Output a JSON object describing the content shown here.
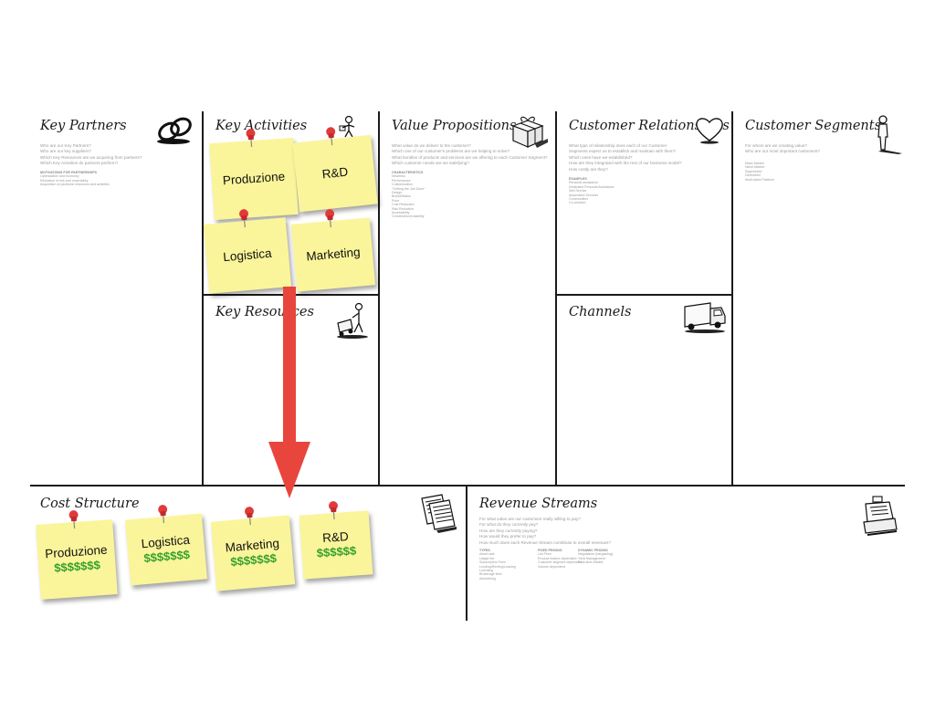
{
  "canvas": {
    "key_partners": {
      "title": "Key Partners",
      "prompts": [
        "Who are our Key Partners?",
        "Who are our key suppliers?",
        "Which Key Resources are we acquiring from partners?",
        "Which Key Activities do partners perform?"
      ],
      "sub_caption": "MOTIVATIONS FOR PARTNERSHIPS",
      "sub_items": [
        "Optimization and economy",
        "Reduction of risk and uncertainty",
        "Acquisition of particular resources and activities"
      ]
    },
    "key_activities": {
      "title": "Key Activities"
    },
    "key_resources": {
      "title": "Key Resources"
    },
    "value_propositions": {
      "title": "Value Propositions",
      "prompts": [
        "What value do we deliver to the customer?",
        "Which one of our customer's problems are we helping to solve?",
        "What bundles of products and services are we offering to each Customer Segment?",
        "Which customer needs are we satisfying?"
      ],
      "sub_caption": "CHARACTERISTICS",
      "sub_items": [
        "Newness",
        "Performance",
        "Customization",
        "\"Getting the Job Done\"",
        "Design",
        "Brand/Status",
        "Price",
        "Cost Reduction",
        "Risk Reduction",
        "Accessibility",
        "Convenience/Usability"
      ]
    },
    "customer_relationships": {
      "title": "Customer Relationships",
      "prompts": [
        "What type of relationship does each of our Customer",
        "Segments expect us to establish and maintain with them?",
        "Which ones have we established?",
        "How are they integrated with the rest of our business model?",
        "How costly are they?"
      ],
      "sub_caption": "EXAMPLES",
      "sub_items": [
        "Personal assistance",
        "Dedicated Personal Assistance",
        "Self-Service",
        "Automated Services",
        "Communities",
        "Co-creation"
      ]
    },
    "channels": {
      "title": "Channels"
    },
    "customer_segments": {
      "title": "Customer Segments",
      "prompts": [
        "For whom are we creating value?",
        "Who are our most important customers?"
      ],
      "sub_items": [
        "Mass Market",
        "Niche Market",
        "Segmented",
        "Diversified",
        "Multi-sided Platform"
      ]
    },
    "cost_structure": {
      "title": "Cost Structure"
    },
    "revenue_streams": {
      "title": "Revenue Streams",
      "prompts": [
        "For what value are our customers really willing to pay?",
        "For what do they currently pay?",
        "How are they currently paying?",
        "How would they prefer to pay?",
        "How much does each Revenue Stream contribute to overall revenues?"
      ],
      "columns": [
        {
          "caption": "TYPES",
          "items": [
            "Asset sale",
            "Usage fee",
            "Subscription Fees",
            "Lending/Renting/Leasing",
            "Licensing",
            "Brokerage fees",
            "Advertising"
          ]
        },
        {
          "caption": "FIXED PRICING",
          "items": [
            "List Price",
            "Product feature dependent",
            "Customer segment dependent",
            "Volume dependent"
          ]
        },
        {
          "caption": "DYNAMIC PRICING",
          "items": [
            "Negotiation (bargaining)",
            "Yield Management",
            "Real-time-Market"
          ]
        }
      ]
    }
  },
  "activity_notes": [
    {
      "label": "Produzione"
    },
    {
      "label": "R&D"
    },
    {
      "label": "Logistica"
    },
    {
      "label": "Marketing"
    }
  ],
  "cost_notes": [
    {
      "label": "Produzione",
      "cost": "$$$$$$$"
    },
    {
      "label": "Logistica",
      "cost": "$$$$$$$"
    },
    {
      "label": "Marketing",
      "cost": "$$$$$$$"
    },
    {
      "label": "R&D",
      "cost": "$$$$$$"
    }
  ],
  "colors": {
    "note": "#faf59a",
    "pin": "#e03a3a",
    "arrow": "#e8453c",
    "cost_text": "#33a02c",
    "grid": "#1a1a1a"
  },
  "icons": {
    "key_partners": "chain-links-icon",
    "key_activities": "worker-icon",
    "value_propositions": "gift-box-icon",
    "customer_relationships": "heart-icon",
    "customer_segments": "person-icon",
    "key_resources": "worker-with-cart-icon",
    "channels": "delivery-truck-icon",
    "cost_structure": "invoice-icon",
    "revenue_streams": "cash-register-icon",
    "arrow": "arrow-down-icon",
    "pin": "push-pin-icon"
  }
}
